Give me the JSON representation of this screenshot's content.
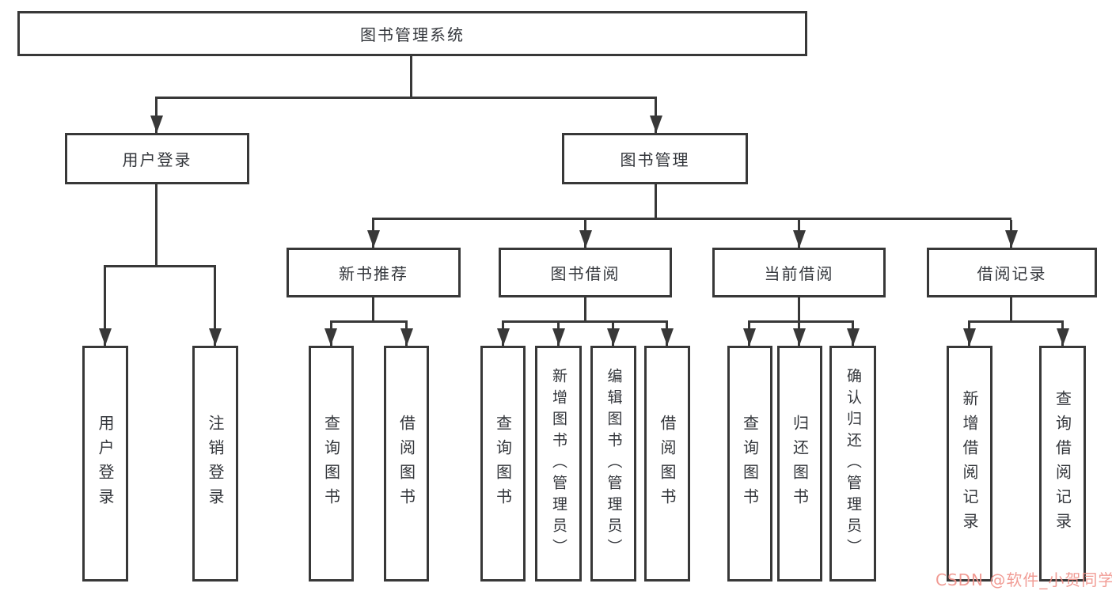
{
  "root": {
    "label": "图书管理系统"
  },
  "level2": [
    {
      "label": "用户登录"
    },
    {
      "label": "图书管理"
    }
  ],
  "level3": [
    {
      "label": "新书推荐",
      "parent": "图书管理"
    },
    {
      "label": "图书借阅",
      "parent": "图书管理"
    },
    {
      "label": "当前借阅",
      "parent": "图书管理"
    },
    {
      "label": "借阅记录",
      "parent": "图书管理"
    }
  ],
  "leaves": [
    {
      "label": "用户登录",
      "parent": "用户登录"
    },
    {
      "label": "注销登录",
      "parent": "用户登录"
    },
    {
      "label": "查询图书",
      "parent": "新书推荐"
    },
    {
      "label": "借阅图书",
      "parent": "新书推荐"
    },
    {
      "label": "查询图书",
      "parent": "图书借阅"
    },
    {
      "label": "新增图书（管理员）",
      "parent": "图书借阅"
    },
    {
      "label": "编辑图书（管理员）",
      "parent": "图书借阅"
    },
    {
      "label": "借阅图书",
      "parent": "图书借阅"
    },
    {
      "label": "查询图书",
      "parent": "当前借阅"
    },
    {
      "label": "归还图书",
      "parent": "当前借阅"
    },
    {
      "label": "确认归还（管理员）",
      "parent": "当前借阅"
    },
    {
      "label": "新增借阅记录",
      "parent": "借阅记录"
    },
    {
      "label": "查询借阅记录",
      "parent": "借阅记录"
    }
  ],
  "watermark": {
    "text": "CSDN @软件_小贺同学",
    "color": "#f0928a"
  },
  "colors": {
    "line": "#383838",
    "box_border": "#383838",
    "text": "#33363b",
    "background": "#ffffff"
  }
}
